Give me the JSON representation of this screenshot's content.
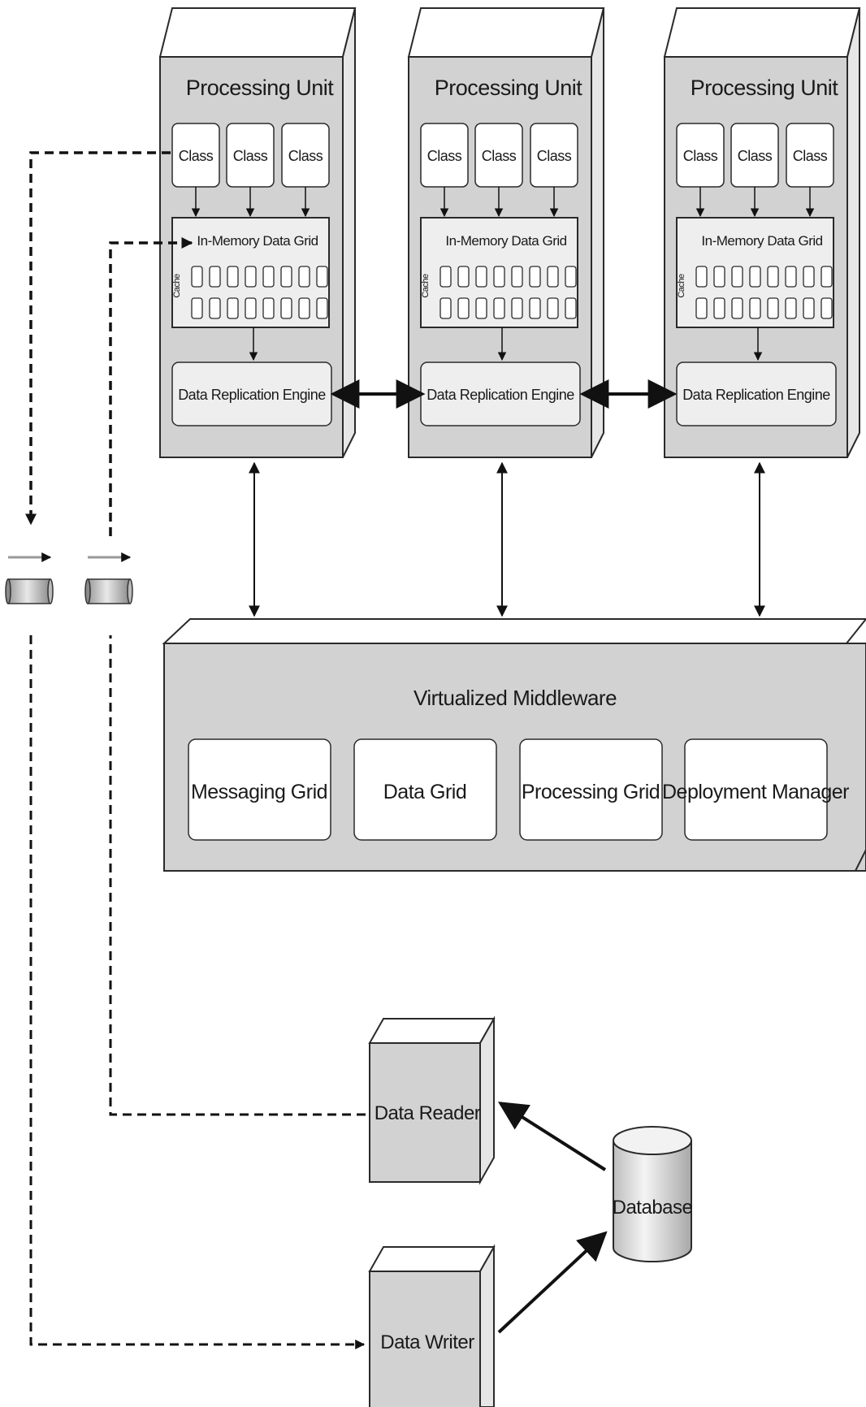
{
  "processing_units": [
    {
      "title": "Processing Unit",
      "classes": [
        "Class",
        "Class",
        "Class"
      ],
      "grid_title": "In-Memory Data Grid",
      "cache_label": "Cache",
      "engine_label": "Data Replication Engine"
    },
    {
      "title": "Processing Unit",
      "classes": [
        "Class",
        "Class",
        "Class"
      ],
      "grid_title": "In-Memory Data Grid",
      "cache_label": "Cache",
      "engine_label": "Data Replication Engine"
    },
    {
      "title": "Processing Unit",
      "classes": [
        "Class",
        "Class",
        "Class"
      ],
      "grid_title": "In-Memory Data Grid",
      "cache_label": "Cache",
      "engine_label": "Data Replication Engine"
    }
  ],
  "middleware": {
    "title": "Virtualized Middleware",
    "components": [
      "Messaging Grid",
      "Data Grid",
      "Processing Grid",
      "Deployment Manager"
    ]
  },
  "data_reader": {
    "label": "Data Reader"
  },
  "data_writer": {
    "label": "Data Writer"
  },
  "database": {
    "label": "Database"
  },
  "colors": {
    "box_fill": "#d2d2d2",
    "box_side": "#e6e6e6",
    "inner_fill": "#eeeeee",
    "stroke": "#2a2a2a",
    "white": "#ffffff"
  }
}
